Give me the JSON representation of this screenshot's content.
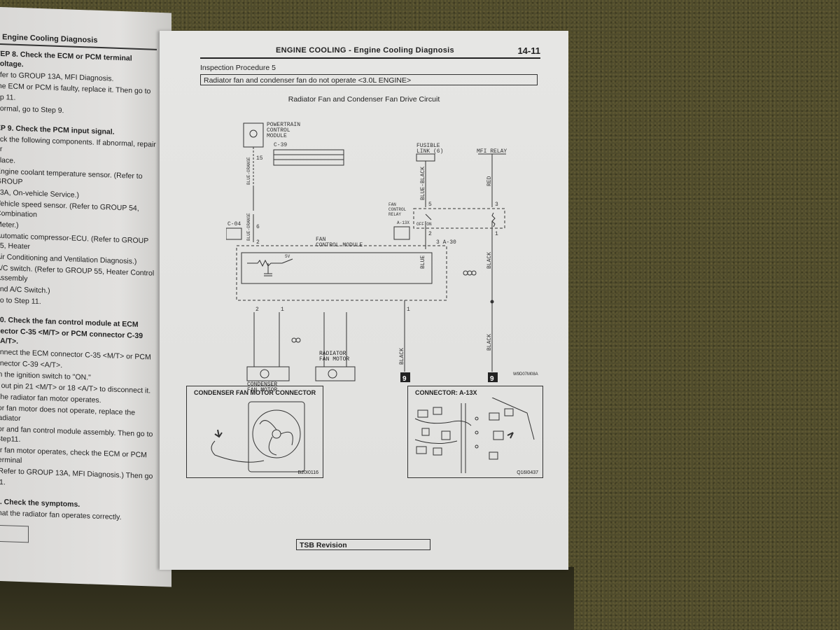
{
  "left_page": {
    "header": "– Engine Cooling Diagnosis",
    "lines": [
      {
        "text": "TEP 8. Check the ECM or PCM terminal voltage.",
        "bold": true
      },
      {
        "text": "efer to GROUP 13A, MFI Diagnosis.",
        "bold": false
      },
      {
        "text": "the ECM or PCM is faulty, replace it. Then go to",
        "bold": false
      },
      {
        "text": "ep 11.",
        "bold": false
      },
      {
        "text": "normal, go to Step 9.",
        "bold": false
      },
      {
        "text": "",
        "bold": false
      },
      {
        "text": "EP 9. Check the PCM input signal.",
        "bold": true
      },
      {
        "text": "eck the following components. If abnormal, repair or",
        "bold": false
      },
      {
        "text": "place.",
        "bold": false
      },
      {
        "text": "Engine coolant temperature sensor. (Refer to GROUP",
        "bold": false
      },
      {
        "text": "13A, On-vehicle Service.)",
        "bold": false
      },
      {
        "text": "Vehicle speed sensor. (Refer to GROUP 54, Combination",
        "bold": false
      },
      {
        "text": "Meter.)",
        "bold": false
      },
      {
        "text": "Automatic compressor-ECU. (Refer to GROUP 55, Heater",
        "bold": false
      },
      {
        "text": "Air Conditioning and Ventilation Diagnosis.)",
        "bold": false
      },
      {
        "text": "A/C switch. (Refer to GROUP 55, Heater Control Assembly",
        "bold": false
      },
      {
        "text": "and A/C Switch.)",
        "bold": false
      },
      {
        "text": "go to Step 11.",
        "bold": false
      },
      {
        "text": "",
        "bold": false
      },
      {
        "text": "10. Check the fan control module at ECM",
        "bold": true
      },
      {
        "text": "nector C-35 <M/T> or PCM connector C-39 <A/T>.",
        "bold": true
      },
      {
        "text": "onnect the ECM connector C-35 <M/T> or PCM",
        "bold": false
      },
      {
        "text": "nnector C-39 <A/T>.",
        "bold": false
      },
      {
        "text": "rn the ignition switch to \"ON.\"",
        "bold": false
      },
      {
        "text": "ll out pin 21 <M/T> or 18 <A/T> to disconnect it.",
        "bold": false
      },
      {
        "text": "The radiator fan motor operates.",
        "bold": false
      },
      {
        "text": "tor fan motor does not operate, replace the radiator",
        "bold": false
      },
      {
        "text": "tor and fan control module assembly. Then go to Step11.",
        "bold": false
      },
      {
        "text": "or fan motor operates, check the ECM or PCM terminal",
        "bold": false
      },
      {
        "text": "(Refer to GROUP 13A, MFI Diagnosis.) Then go",
        "bold": false
      },
      {
        "text": "11.",
        "bold": false
      },
      {
        "text": "",
        "bold": false
      },
      {
        "text": "1. Check the symptoms.",
        "bold": true
      },
      {
        "text": "that the radiator fan operates correctly.",
        "bold": false
      }
    ]
  },
  "header": {
    "title": "ENGINE COOLING - Engine Cooling Diagnosis",
    "page_number": "14-11"
  },
  "procedure": {
    "label": "Inspection Procedure 5",
    "description": "Radiator fan and condenser fan do not operate <3.0L ENGINE>"
  },
  "circuit": {
    "title": "Radiator Fan and Condenser Fan Drive Circuit",
    "pcm_label": [
      "POWERTRAIN",
      "CONTROL",
      "MODULE"
    ],
    "pcm_connector": "C-39",
    "pin_15": "15",
    "wire_blue_orange": "BLUE-ORANGE",
    "c04_label": "C-04",
    "pin_6": "6",
    "pin_2_fcm": "2",
    "fusible_link": [
      "FUSIBLE",
      "LINK (6)"
    ],
    "mfi_relay": "MFI RELAY",
    "wire_blue_black": "BLUE-BLACK",
    "wire_red": "RED",
    "fan_control_relay": [
      "FAN",
      "CONTROL",
      "RELAY"
    ],
    "relay_conn": "A-13X",
    "relay_off_on": "OFF  ON",
    "relay_pins": [
      "5",
      "2",
      "3",
      "1"
    ],
    "wire_blue": "BLUE",
    "wire_black": "BLACK",
    "fan_control_module": [
      "FAN",
      "CONTROL MODULE"
    ],
    "fcm_conn": "3  A-30",
    "voltage": "5V",
    "fcm_pins_bottom": [
      "2",
      "1",
      "1"
    ],
    "condenser_fan_motor": [
      "CONDENSER",
      "FAN MOTOR"
    ],
    "radiator_fan_motor": [
      "RADIATOR",
      "FAN MOTOR"
    ],
    "ground_number": "9",
    "figure_code": "W9D07M08A"
  },
  "connectors": {
    "condenser_title": "CONDENSER FAN MOTOR CONNECTOR",
    "condenser_code": "B20I0116",
    "a13x_title": "CONNECTOR: A-13X",
    "a13x_code": "Q16I0437"
  },
  "footer": {
    "tsb_label": "TSB Revision"
  },
  "colors": {
    "page": "#e3e3e1",
    "ink": "#222222",
    "background": "#4f4b2c"
  }
}
